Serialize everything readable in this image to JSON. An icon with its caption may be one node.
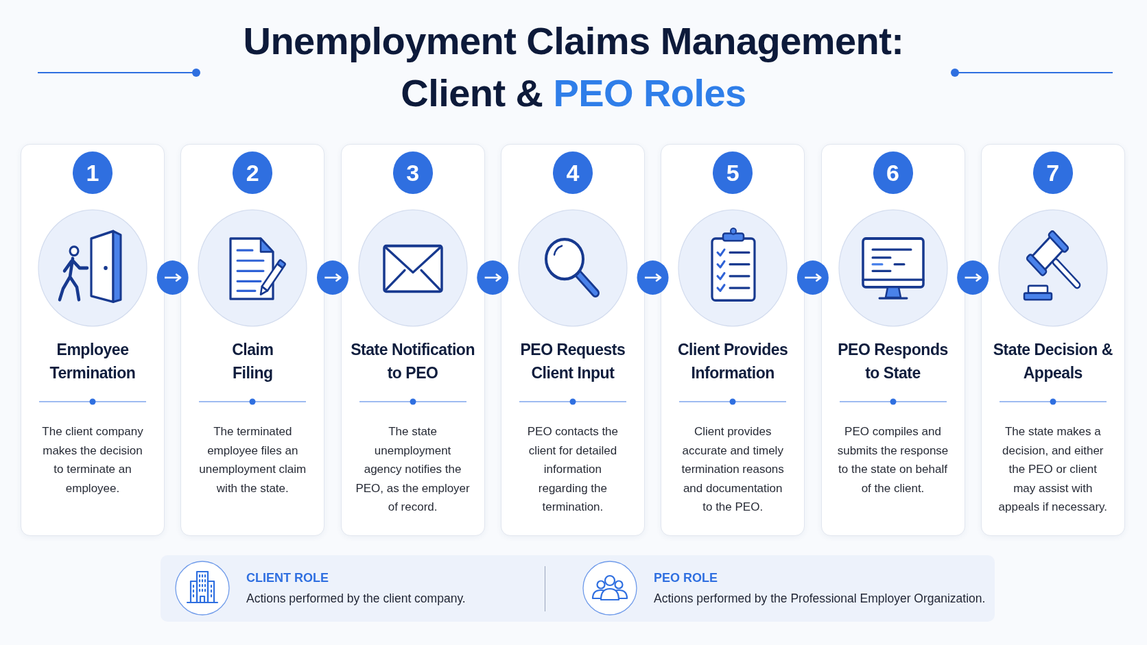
{
  "diagram": {
    "title": "Unemployment Claims Management: Client & PEO Roles",
    "nodes": [
      {
        "text": [
          "Employee Termination",
          "The client company makes the decision to terminate an employee."
        ]
      },
      {
        "text": [
          "1"
        ],
        "in": 0
      },
      {
        "text": [
          "Claim Filing",
          "The terminated employee files an unemployment claim with the state."
        ]
      },
      {
        "text": [
          "2"
        ],
        "in": 2
      },
      {
        "text": [
          "State Notification to PEO",
          "The state unemployment agency notifies the PEO, as the employer of record."
        ]
      },
      {
        "text": [
          "3"
        ],
        "in": 4
      },
      {
        "text": [
          "PEO Requests Client Input",
          "PEO contacts the client for detailed information regarding the termination."
        ]
      },
      {
        "text": [
          "4"
        ],
        "in": 6
      },
      {
        "text": [
          "Client Provides Information",
          "Client provides accurate and timely termination reasons and documentation to the PEO."
        ]
      },
      {
        "text": [
          "5"
        ],
        "in": 8
      },
      {
        "text": [
          "PEO Responds to State",
          "PEO compiles and submits the response to the state on behalf of the client."
        ]
      },
      {
        "text": [
          "6"
        ],
        "in": 10
      },
      {
        "text": [
          "State Decision & Appeals",
          "The state makes a decision, and either the PEO or client may assist with appeals if necessary."
        ]
      },
      {
        "text": [
          "7"
        ],
        "in": 12
      }
    ],
    "edges": [
      {
        "from": 0,
        "to": 2,
        "arrow": "to"
      },
      {
        "from": 2,
        "to": 4,
        "arrow": "to"
      },
      {
        "from": 4,
        "to": 6,
        "arrow": "to"
      },
      {
        "from": 6,
        "to": 8,
        "arrow": "to"
      },
      {
        "from": 8,
        "to": 10,
        "arrow": "to"
      },
      {
        "from": 10,
        "to": 12,
        "arrow": "to"
      }
    ],
    "labels": [
      "Actions performed by the client company.",
      "Actions performed by the Professional Employer Organization."
    ],
    "legend": [
      {
        "text": "CLIENT ROLE"
      },
      {
        "text": "PEO ROLE"
      }
    ]
  }
}
